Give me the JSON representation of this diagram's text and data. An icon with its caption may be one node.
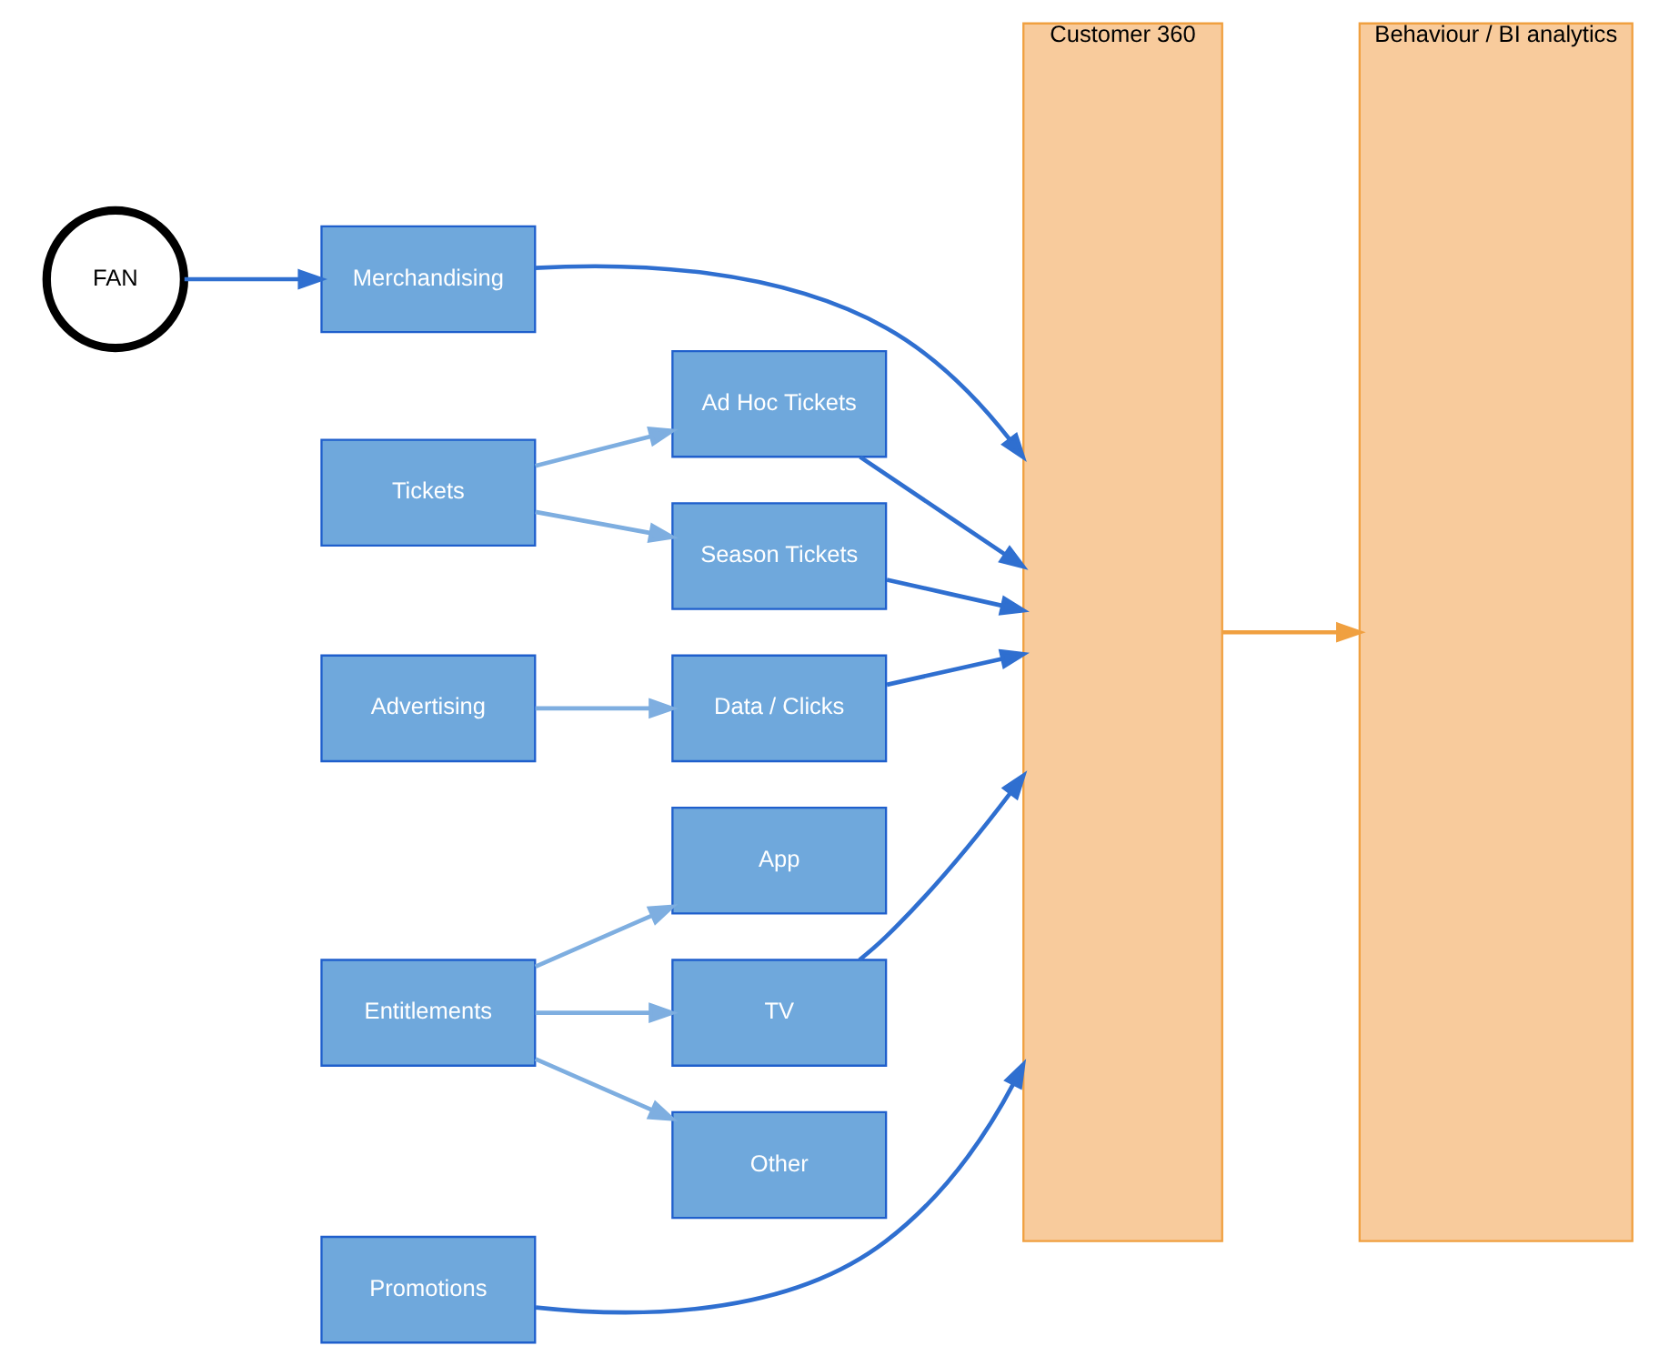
{
  "diagram": {
    "nodes": [
      {
        "text": [
          "FAN"
        ]
      },
      {
        "text": [
          "Tickets"
        ]
      },
      {
        "text": [
          "Ad Hoc Tickets"
        ]
      },
      {
        "text": [
          "Season Tickets"
        ]
      },
      {
        "text": [
          "Advertising"
        ]
      },
      {
        "text": [
          "Data / Clicks"
        ]
      },
      {
        "text": [
          "Merchandising"
        ]
      },
      {
        "text": [
          "Entitlements"
        ]
      },
      {
        "text": [
          "App"
        ]
      },
      {
        "text": [
          "TV"
        ]
      },
      {
        "text": [
          "Other"
        ]
      },
      {
        "text": [
          "Promotions"
        ]
      },
      {
        "text": [
          "Customer 360"
        ]
      },
      {
        "text": [
          "Behaviour / BI analytics"
        ]
      }
    ],
    "edges": [
      {
        "from": 0,
        "to": 6,
        "arrow": "to"
      },
      {
        "from": 1,
        "to": 2,
        "arrow": "to",
        "color": "#7eaee0"
      },
      {
        "from": 1,
        "to": 3,
        "arrow": "to",
        "color": "#7eaee0"
      },
      {
        "from": 4,
        "to": 5,
        "arrow": "to",
        "color": "#7eaee0"
      },
      {
        "from": 7,
        "to": 8,
        "arrow": "to",
        "color": "#7eaee0"
      },
      {
        "from": 7,
        "to": 9,
        "arrow": "to",
        "color": "#7eaee0"
      },
      {
        "from": 7,
        "to": 10,
        "arrow": "to",
        "color": "#7eaee0"
      },
      {
        "from": 2,
        "to": 12,
        "arrow": "to"
      },
      {
        "from": 3,
        "to": 12,
        "arrow": "to"
      },
      {
        "from": 5,
        "to": 12,
        "arrow": "to"
      },
      {
        "from": 6,
        "to": 12,
        "arrow": "to"
      },
      {
        "from": 9,
        "to": 12,
        "arrow": "to"
      },
      {
        "from": 11,
        "to": 12,
        "arrow": "to"
      },
      {
        "from": 12,
        "to": 13,
        "arrow": "to",
        "color": "#f0a040"
      }
    ]
  }
}
